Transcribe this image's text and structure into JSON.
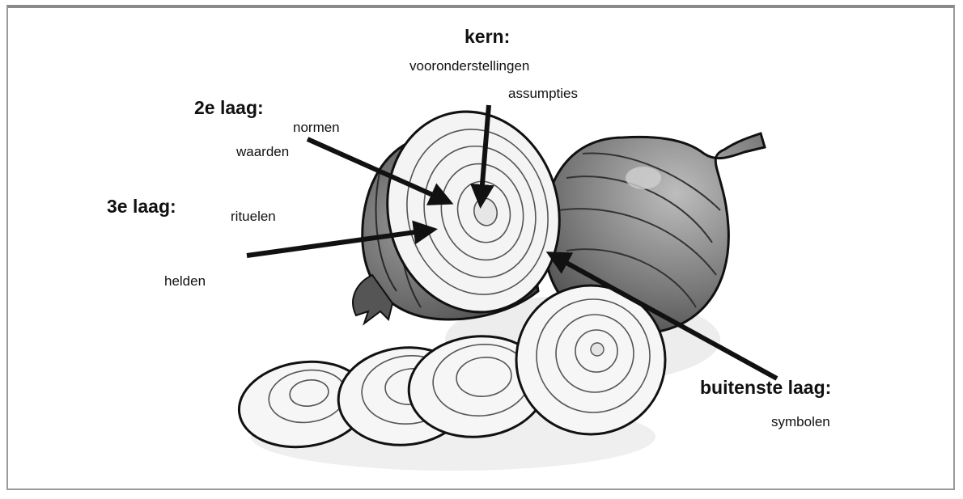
{
  "labels": {
    "kern": {
      "title": "kern:",
      "items": [
        "vooronderstellingen",
        "assumpties"
      ]
    },
    "laag2": {
      "title": "2e laag:",
      "items": [
        "normen",
        "waarden"
      ]
    },
    "laag3": {
      "title": "3e laag:",
      "items": [
        "rituelen"
      ]
    },
    "helden": "helden",
    "buitenste": {
      "title": "buitenste laag:",
      "items": [
        "symbolen"
      ]
    }
  },
  "colors": {
    "outline": "#111111",
    "dark_skin": "#6e6e6e",
    "mid_skin": "#9a9a9a",
    "flesh": "#f2f2f2",
    "shadow": "#ececec"
  }
}
